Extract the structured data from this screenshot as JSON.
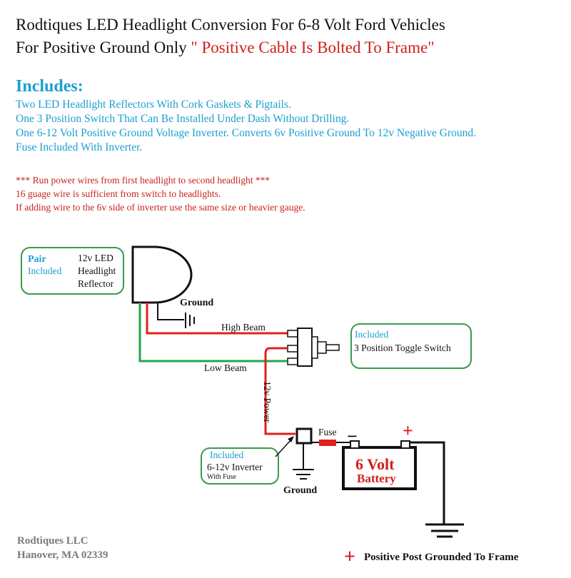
{
  "header": {
    "title_line1": "Rodtiques LED Headlight Conversion For 6-8 Volt Ford Vehicles",
    "title_line2_prefix": "For Positive Ground Only ",
    "title_line2_emphasis": "\" Positive Cable Is Bolted To Frame\""
  },
  "includes": {
    "heading": "Includes:",
    "items": [
      "Two LED Headlight Reflectors With Cork Gaskets & Pigtails.",
      "One 3 Position Switch That Can Be Installed Under Dash Without Drilling.",
      "One 6-12 Volt Positive Ground Voltage Inverter. Converts 6v Positive Ground To 12v Negative Ground.",
      "Fuse Included With Inverter."
    ]
  },
  "notes": [
    "*** Run power wires from first headlight to second headlight ***",
    "16 guage wire is sufficient from switch to headlights.",
    " If adding wire to the 6v side of  inverter use the same size or heavier gauge."
  ],
  "diagram": {
    "headlight_box": {
      "tag_line1": "Pair",
      "tag_line2": "Included",
      "name_line1": "12v LED",
      "name_line2": "Headlight",
      "name_line3": "Reflector"
    },
    "ground_top": "Ground",
    "high_beam": "High Beam",
    "low_beam": "Low Beam",
    "power_12v": "12v Power",
    "switch_box": {
      "tag": "Included",
      "name": "3 Position Toggle Switch"
    },
    "fuse": "Fuse",
    "inverter_box": {
      "tag": "Included",
      "name": "6-12v Inverter",
      "sub": "With Fuse"
    },
    "ground_bottom": "Ground",
    "battery": {
      "line1": "6 Volt",
      "line2": "Battery",
      "negative": "−",
      "positive": "+"
    },
    "positive_note_symbol": "+",
    "positive_note": "Positive Post Grounded To Frame"
  },
  "footer": {
    "company": "Rodtiques LLC",
    "location": "Hanover, MA 02339"
  },
  "colors": {
    "red_wire": "#e0201c",
    "green_wire": "#1ea84a",
    "box_border": "#3a9a4a",
    "accent_blue": "#1b9fd0",
    "note_red": "#c8231e"
  }
}
